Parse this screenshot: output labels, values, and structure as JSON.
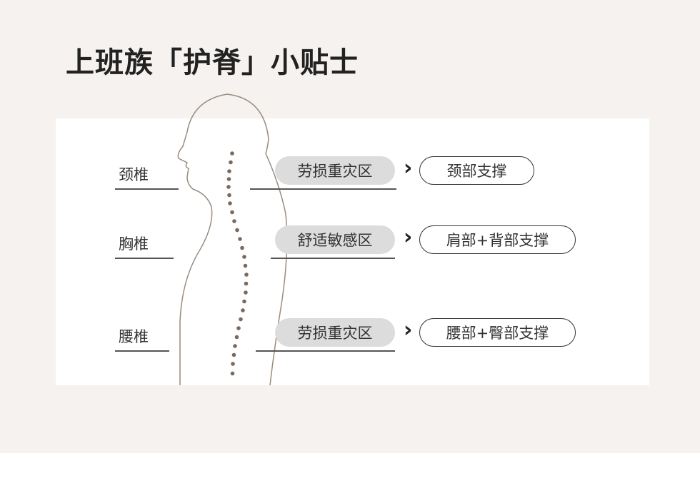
{
  "title": "上班族「护脊」小贴士",
  "rows": [
    {
      "region": "颈椎",
      "status": "劳损重灾区",
      "support": "颈部支撑"
    },
    {
      "region": "胸椎",
      "status": "舒适敏感区",
      "support": "肩部+背部支撑"
    },
    {
      "region": "腰椎",
      "status": "劳损重灾区",
      "support": "腰部+臀部支撑"
    }
  ],
  "colors": {
    "background": "#f5f2ef",
    "outline": "#9a8c7e",
    "spine_dots": "#7a6a5c",
    "pill_gray": "#dcdcdc"
  }
}
